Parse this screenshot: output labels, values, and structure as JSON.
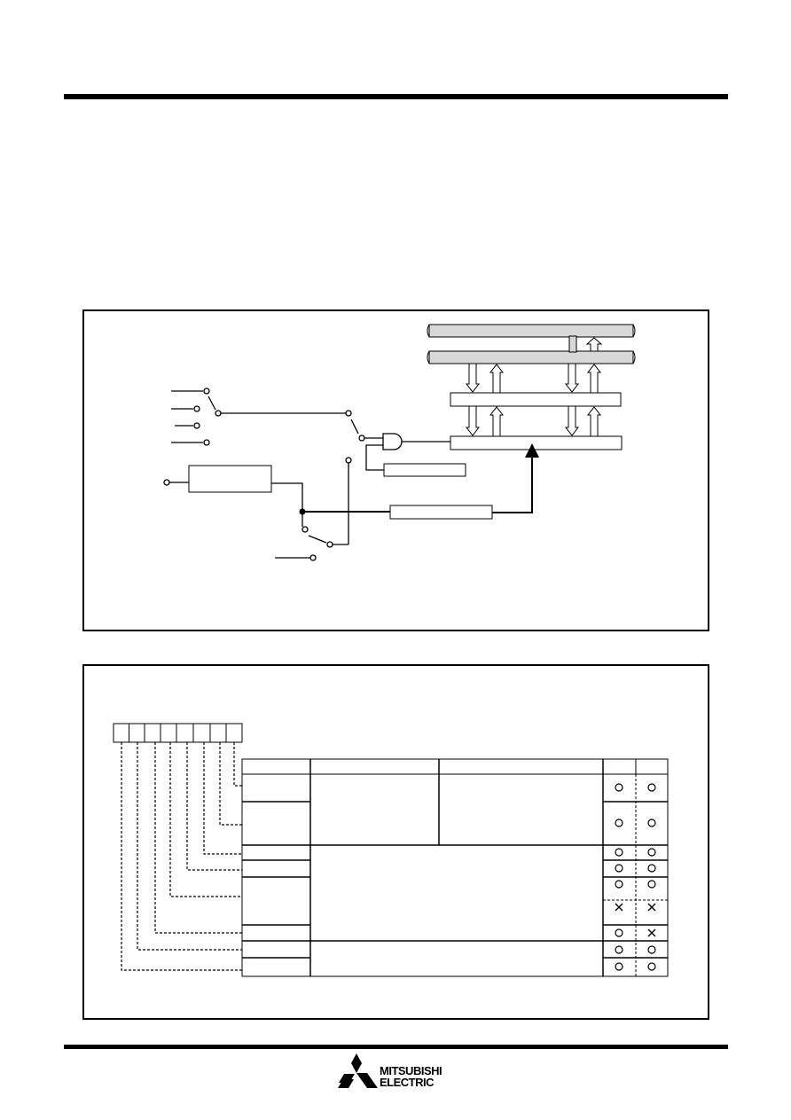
{
  "footer": {
    "brand_line1": "MITSUBISHI",
    "brand_line2": "ELECTRIC"
  },
  "table": {
    "marks": [
      "o",
      "o",
      "o",
      "o",
      "o",
      "o",
      "o",
      "o",
      "x",
      "x",
      "o",
      "x",
      "o",
      "o",
      "o",
      "o"
    ]
  },
  "icons": [
    "mitsubishi-logo-icon",
    "and-gate-icon",
    "switch-icon",
    "terminal-icon",
    "arrow-icon"
  ]
}
